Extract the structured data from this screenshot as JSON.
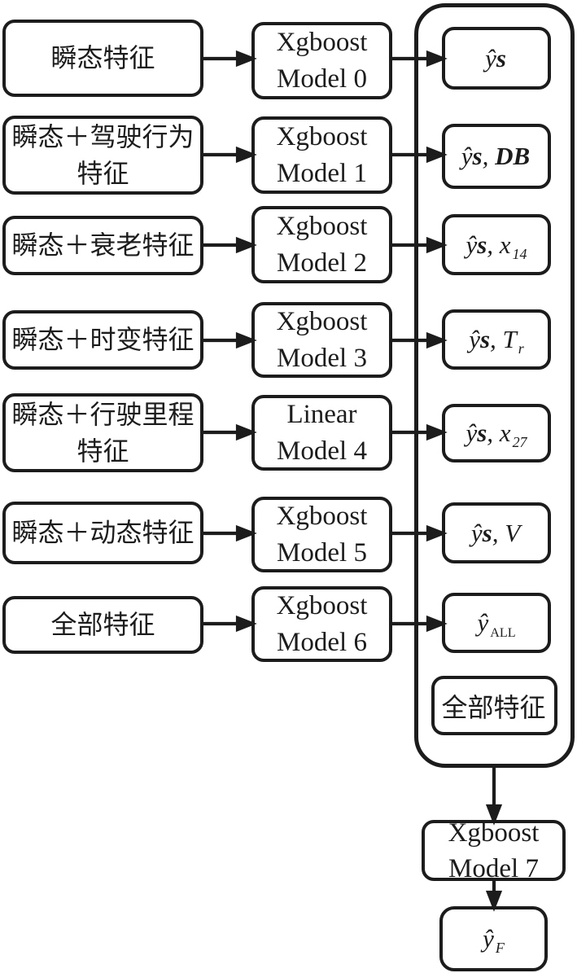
{
  "flowchart": {
    "inputs": [
      "瞬态特征",
      "瞬态＋驾驶行为特征",
      "瞬态＋衰老特征",
      "瞬态＋时变特征",
      "瞬态＋行驶里程特征",
      "瞬态＋动态特征",
      "全部特征"
    ],
    "models": [
      {
        "line1": "Xgboost",
        "line2": "Model 0"
      },
      {
        "line1": "Xgboost",
        "line2": "Model 1"
      },
      {
        "line1": "Xgboost",
        "line2": "Model 2"
      },
      {
        "line1": "Xgboost",
        "line2": "Model 3"
      },
      {
        "line1": "Linear",
        "line2": "Model 4"
      },
      {
        "line1": "Xgboost",
        "line2": "Model 5"
      },
      {
        "line1": "Xgboost",
        "line2": "Model 6"
      }
    ],
    "outputs": [
      {
        "pre": "ŷ",
        "bold": "s",
        "post": "",
        "bold2": "",
        "sub": ""
      },
      {
        "pre": "ŷ",
        "bold": "s",
        "post": ", ",
        "bold2": "DB",
        "sub": ""
      },
      {
        "pre": "ŷ",
        "bold": "s",
        "post": ", x",
        "bold2": "",
        "sub": "14"
      },
      {
        "pre": "ŷ",
        "bold": "s",
        "post": ", T",
        "bold2": "",
        "sub": "r"
      },
      {
        "pre": "ŷ",
        "bold": "s",
        "post": ", x",
        "bold2": "",
        "sub": "27"
      },
      {
        "pre": "ŷ",
        "bold": "s",
        "post": ", V",
        "bold2": "",
        "sub": ""
      },
      {
        "pre": "ŷ",
        "bold": "",
        "post": "",
        "bold2": "",
        "sub": "ALL"
      },
      {
        "pre": "全部特征",
        "bold": "",
        "post": "",
        "bold2": "",
        "sub": ""
      }
    ],
    "aggregator_model": {
      "line1": "Xgboost",
      "line2": "Model 7"
    },
    "final_output": {
      "pre": "ŷ",
      "sub": "F"
    },
    "colors": {
      "ink": "#1c1c1c",
      "background": "#ffffff"
    }
  }
}
